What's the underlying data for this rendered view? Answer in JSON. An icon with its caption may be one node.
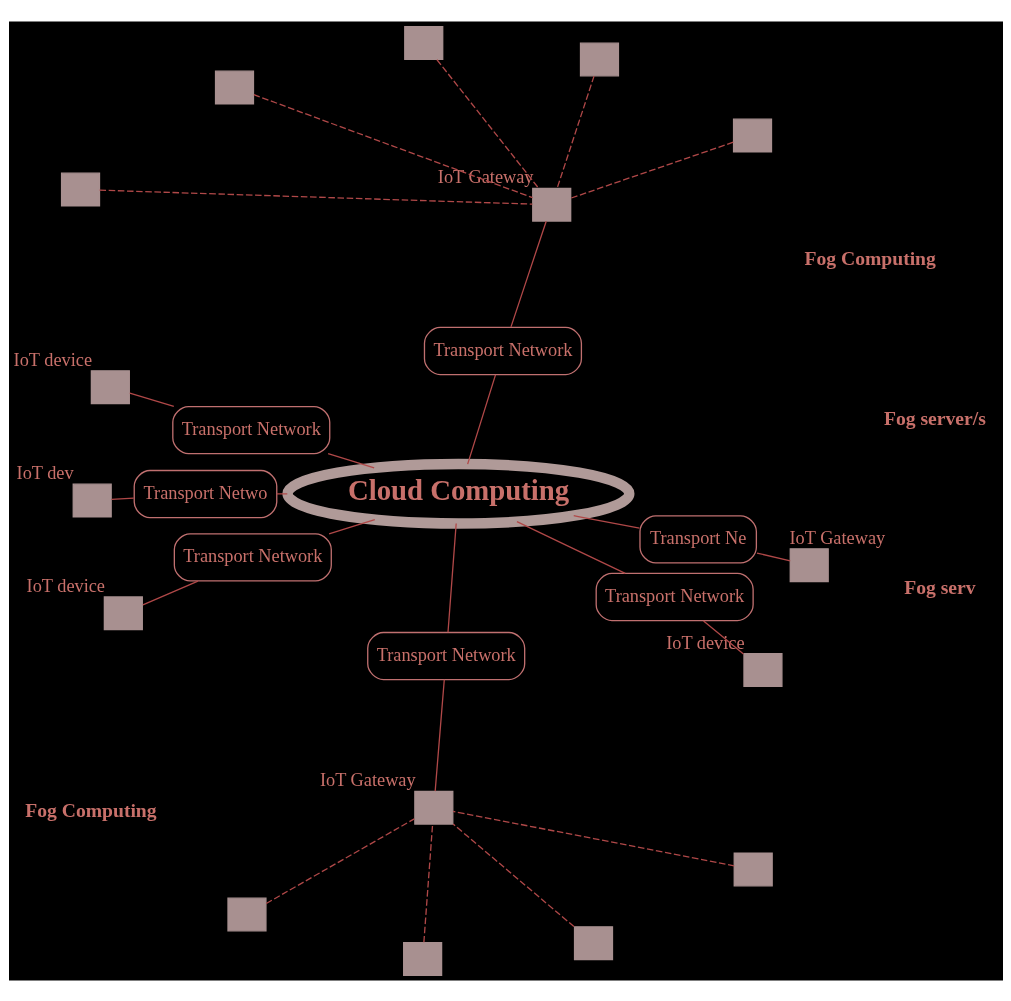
{
  "diagram": {
    "nodes": [
      {
        "text": [
          "Cloud Computing"
        ]
      },
      {
        "text": [
          "Transport Network"
        ]
      },
      {
        "text": [],
        "shape": "box",
        "beside": [
          "IoT Gateway"
        ]
      },
      {
        "text": [],
        "shape": "box"
      },
      {
        "text": [],
        "shape": "box"
      },
      {
        "text": [],
        "shape": "box"
      },
      {
        "text": [],
        "shape": "box"
      },
      {
        "text": [],
        "shape": "box"
      },
      {
        "text": [
          "Transport Network"
        ]
      },
      {
        "text": [],
        "shape": "box",
        "beside": [
          "IoT device"
        ]
      },
      {
        "text": [
          "Transport Netwo"
        ]
      },
      {
        "text": [],
        "shape": "box",
        "beside": [
          "IoT dev"
        ]
      },
      {
        "text": [
          "Transport Network"
        ]
      },
      {
        "text": [],
        "shape": "box",
        "beside": [
          "IoT device"
        ]
      },
      {
        "text": [
          "Transport Network"
        ]
      },
      {
        "text": [],
        "shape": "box",
        "beside": [
          "IoT Gateway"
        ]
      },
      {
        "text": [],
        "shape": "box"
      },
      {
        "text": [],
        "shape": "box"
      },
      {
        "text": [],
        "shape": "box"
      },
      {
        "text": [],
        "shape": "box"
      },
      {
        "text": [
          "Transport Network"
        ]
      },
      {
        "text": [],
        "shape": "box",
        "beside": [
          "IoT device"
        ]
      },
      {
        "text": [
          "Transport Ne"
        ]
      },
      {
        "text": [],
        "shape": "box",
        "beside": [
          "IoT Gateway"
        ]
      }
    ],
    "edges": [
      {
        "from": 0,
        "to": 1,
        "arrow": "none"
      },
      {
        "from": 1,
        "to": 2,
        "arrow": "none"
      },
      {
        "from": 3,
        "to": 2,
        "arrow": "none",
        "style": "dashed"
      },
      {
        "from": 4,
        "to": 2,
        "arrow": "none",
        "style": "dashed"
      },
      {
        "from": 5,
        "to": 2,
        "arrow": "none",
        "style": "dashed"
      },
      {
        "from": 6,
        "to": 2,
        "arrow": "none",
        "style": "dashed"
      },
      {
        "from": 7,
        "to": 2,
        "arrow": "none",
        "style": "dashed"
      },
      {
        "from": 0,
        "to": 8,
        "arrow": "none"
      },
      {
        "from": 8,
        "to": 9,
        "arrow": "none"
      },
      {
        "from": 0,
        "to": 10,
        "arrow": "none"
      },
      {
        "from": 10,
        "to": 11,
        "arrow": "none"
      },
      {
        "from": 0,
        "to": 12,
        "arrow": "none"
      },
      {
        "from": 12,
        "to": 13,
        "arrow": "none"
      },
      {
        "from": 0,
        "to": 14,
        "arrow": "none"
      },
      {
        "from": 14,
        "to": 15,
        "arrow": "none"
      },
      {
        "from": 16,
        "to": 15,
        "arrow": "none",
        "style": "dashed"
      },
      {
        "from": 17,
        "to": 15,
        "arrow": "none",
        "style": "dashed"
      },
      {
        "from": 18,
        "to": 15,
        "arrow": "none",
        "style": "dashed"
      },
      {
        "from": 19,
        "to": 15,
        "arrow": "none",
        "style": "dashed"
      },
      {
        "from": 0,
        "to": 20,
        "arrow": "none"
      },
      {
        "from": 20,
        "to": 21,
        "arrow": "none"
      },
      {
        "from": 0,
        "to": 22,
        "arrow": "none"
      },
      {
        "from": 22,
        "to": 23,
        "arrow": "none"
      }
    ],
    "labels": [
      "Fog server/s",
      "Fog Computing",
      "Fog serv",
      "Fog Computing"
    ]
  }
}
